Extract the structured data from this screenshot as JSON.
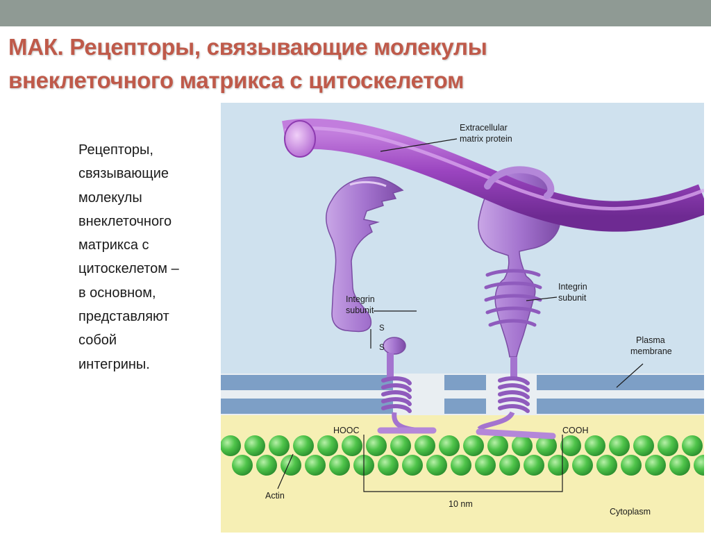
{
  "slide": {
    "title_lines": [
      "МАК. Рецепторы, связывающие молекулы",
      "внеклеточного матрикса с цитоскелетом"
    ],
    "body_lines": [
      "Рецепторы,",
      "связывающие",
      "молекулы",
      "внеклеточного",
      "матрикса с",
      "цитоскелетом –",
      "в основном,",
      "представляют",
      "собой",
      "интегрины."
    ]
  },
  "figure": {
    "labels": {
      "ecm_line1": "Extracellular",
      "ecm_line2": "matrix protein",
      "integrin_left_line1": "Integrin",
      "integrin_left_line2": "subunit",
      "integrin_right_line1": "Integrin",
      "integrin_right_line2": "subunit",
      "disulfide_s1": "S",
      "disulfide_s2": "S",
      "membrane_line1": "Plasma",
      "membrane_line2": "membrane",
      "hooc": "HOOC",
      "cooh": "COOH",
      "actin": "Actin",
      "scale": "10 nm",
      "cytoplasm": "Cytoplasm"
    },
    "colors": {
      "extracellular": "#cfe1ee",
      "membrane": "#7d9fc6",
      "cytoplasm": "#f6efb4",
      "actin": "#4fbf4f",
      "protein": "#a879cc",
      "protein_dark": "#6e3f94",
      "ecm_fiber": "#8d3bb0",
      "title": "#bf5a4a"
    }
  }
}
